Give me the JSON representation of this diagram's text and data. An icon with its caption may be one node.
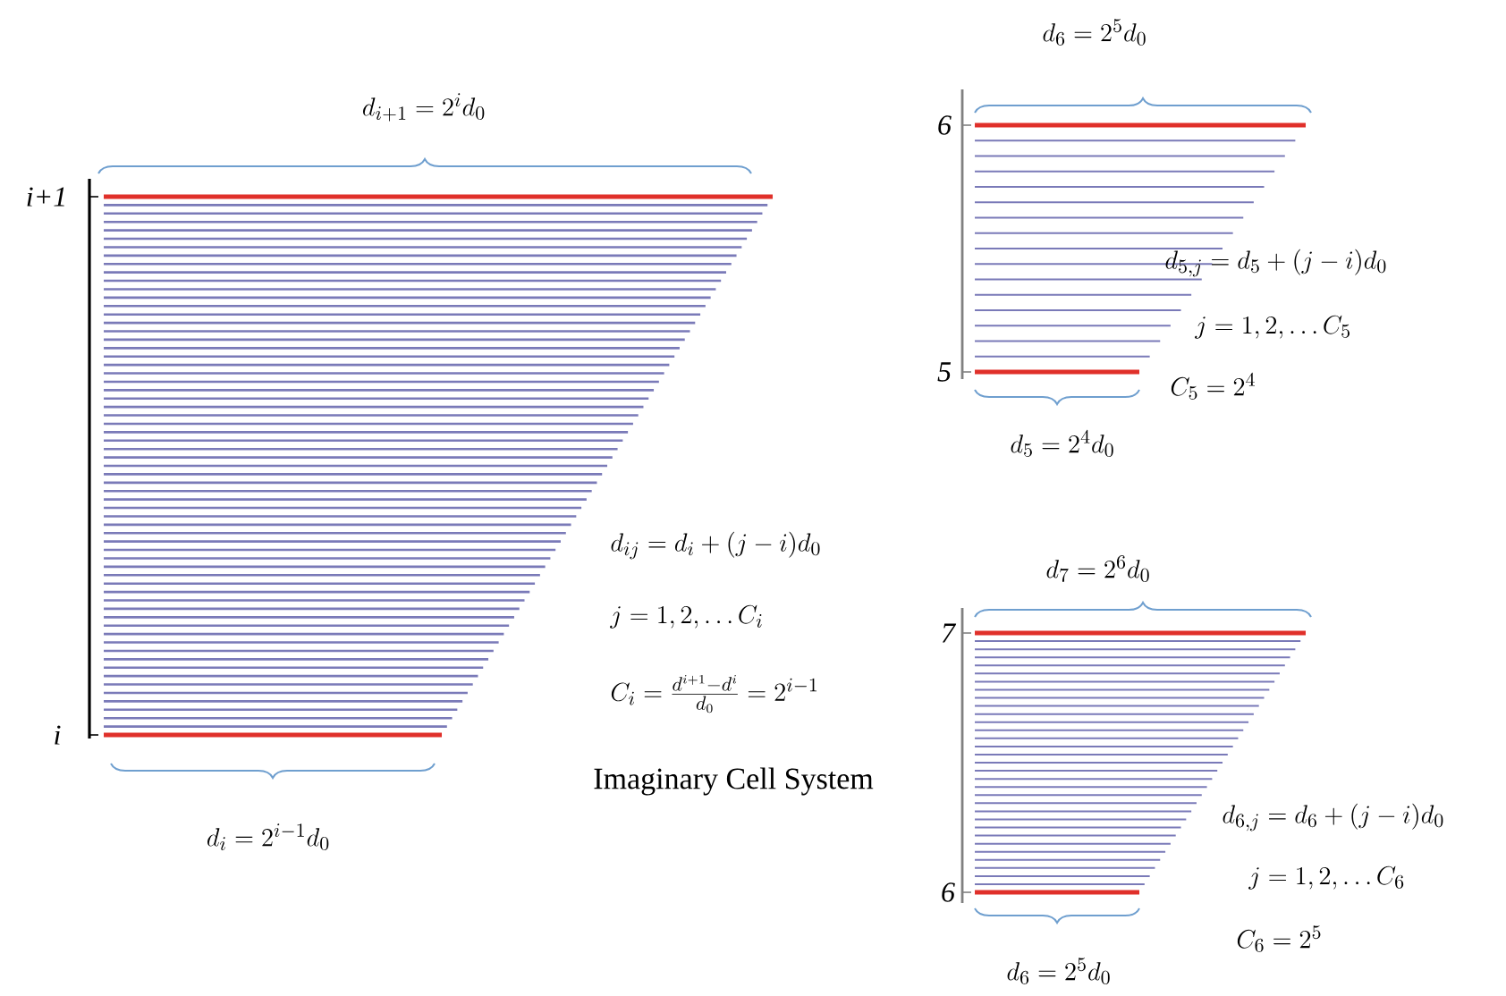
{
  "diagram": {
    "labels": [
      "d_{i+1} = 2^{i} d_0",
      "i+1",
      "i",
      "d_i = 2^{i-1} d_0",
      "d_{ij} = d_i + (j-i) d_0",
      "j = 1, 2, \\ldots C_i",
      "C_i = \\frac{d^{i+1} - d^{i}}{d_0} = 2^{i-1}",
      "Imaginary Cell System",
      "d_6 = 2^5 d_0",
      "6",
      "5",
      "d_{5,j} = d_5 + (j-i) d_0",
      "j = 1, 2, \\ldots C_5",
      "C_5 = 2^4",
      "d_5 = 2^4 d_0",
      "d_7 = 2^6 d_0",
      "7",
      "6",
      "d_{6,j} = d_6 + (j-i) d_0",
      "j = 1, 2, \\ldots C_6",
      "C_6 = 2^5",
      "d_6 = 2^5 d_0"
    ]
  }
}
